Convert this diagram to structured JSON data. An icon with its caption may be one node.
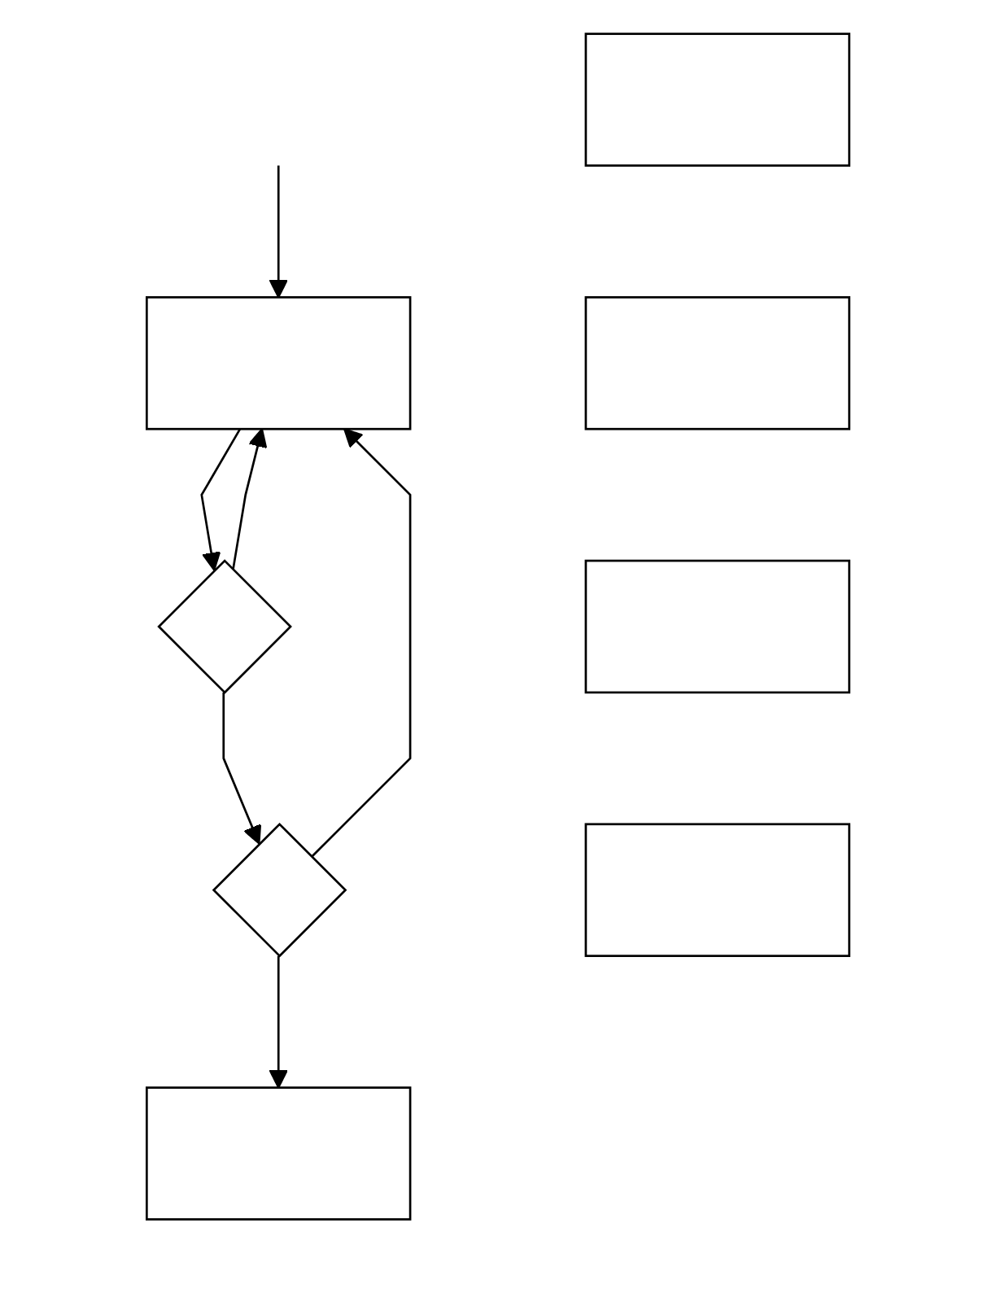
{
  "diagram": {
    "nodes": [
      {
        "text": [],
        "shape": "box"
      },
      {
        "text": [],
        "shape": "diamond"
      },
      {
        "text": [],
        "shape": "diamond"
      },
      {
        "text": [],
        "shape": "box"
      },
      {
        "text": [],
        "shape": "box"
      },
      {
        "text": [],
        "shape": "box"
      },
      {
        "text": [],
        "shape": "box"
      },
      {
        "text": [],
        "shape": "box"
      }
    ],
    "edges": [
      {
        "from": null,
        "to": 0,
        "arrow": "to"
      },
      {
        "from": 0,
        "to": 1,
        "arrow": "to"
      },
      {
        "from": 1,
        "to": 0,
        "arrow": "to"
      },
      {
        "from": 1,
        "to": 2,
        "arrow": "to"
      },
      {
        "from": 2,
        "to": 0,
        "arrow": "to"
      },
      {
        "from": 2,
        "to": 3,
        "arrow": "to"
      }
    ]
  }
}
